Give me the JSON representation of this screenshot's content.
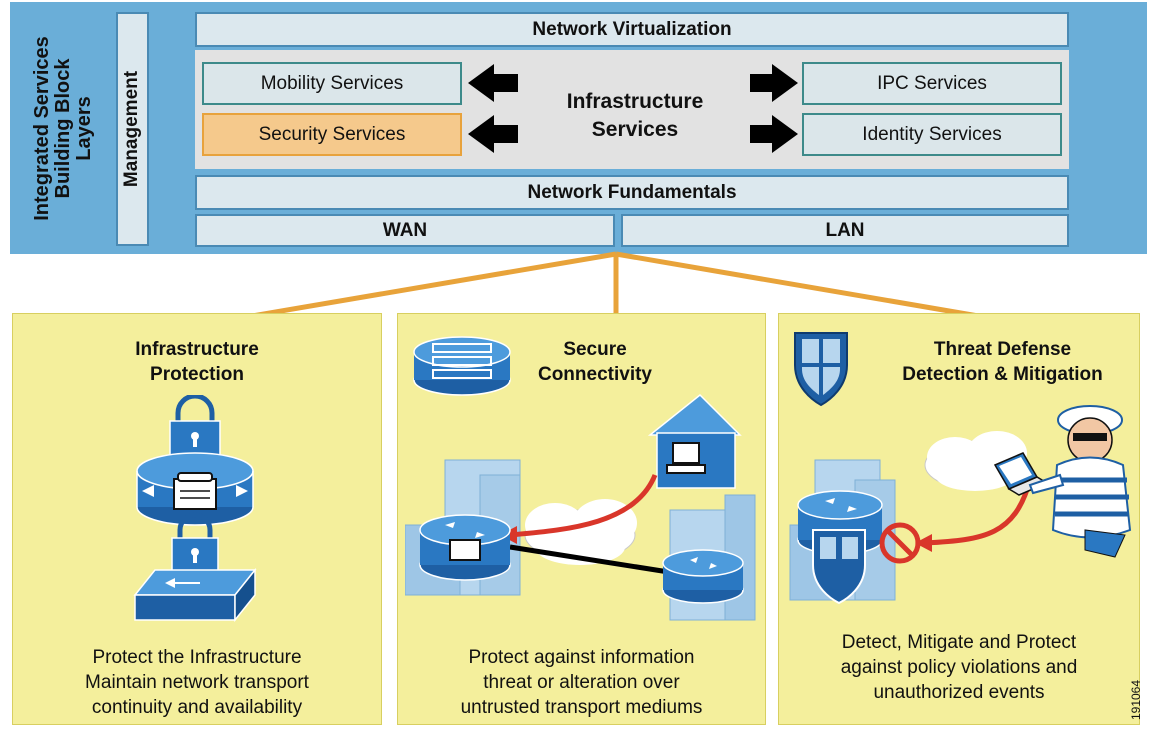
{
  "top": {
    "side_label_lines": [
      "Integrated Services",
      "Building Block",
      "Layers"
    ],
    "management": "Management",
    "network_virtualization": "Network Virtualization",
    "infrastructure_services": [
      "Infrastructure",
      "Services"
    ],
    "mobility_services": "Mobility Services",
    "security_services": "Security Services",
    "ipc_services": "IPC Services",
    "identity_services": "Identity Services",
    "network_fundamentals": "Network Fundamentals",
    "wan": "WAN",
    "lan": "LAN"
  },
  "panels": [
    {
      "title_lines": [
        "Infrastructure",
        "Protection"
      ],
      "desc_lines": [
        "Protect  the Infrastructure",
        "Maintain network transport",
        "continuity and availability"
      ]
    },
    {
      "title_lines": [
        "Secure",
        "Connectivity"
      ],
      "desc_lines": [
        "Protect against information",
        "threat or alteration over",
        "untrusted transport mediums"
      ]
    },
    {
      "title_lines": [
        "Threat Defense",
        "Detection & Mitigation"
      ],
      "desc_lines": [
        "Detect, Mitigate and Protect",
        "against policy violations and",
        "unauthorized events"
      ]
    }
  ],
  "figure_code": "191064",
  "colors": {
    "top_band": "#6aaed8",
    "panel_fill": "#f4ef9c",
    "connector": "#e8a33a",
    "security_highlight": "#f5c98c",
    "threat_arrow": "#d9362a"
  }
}
